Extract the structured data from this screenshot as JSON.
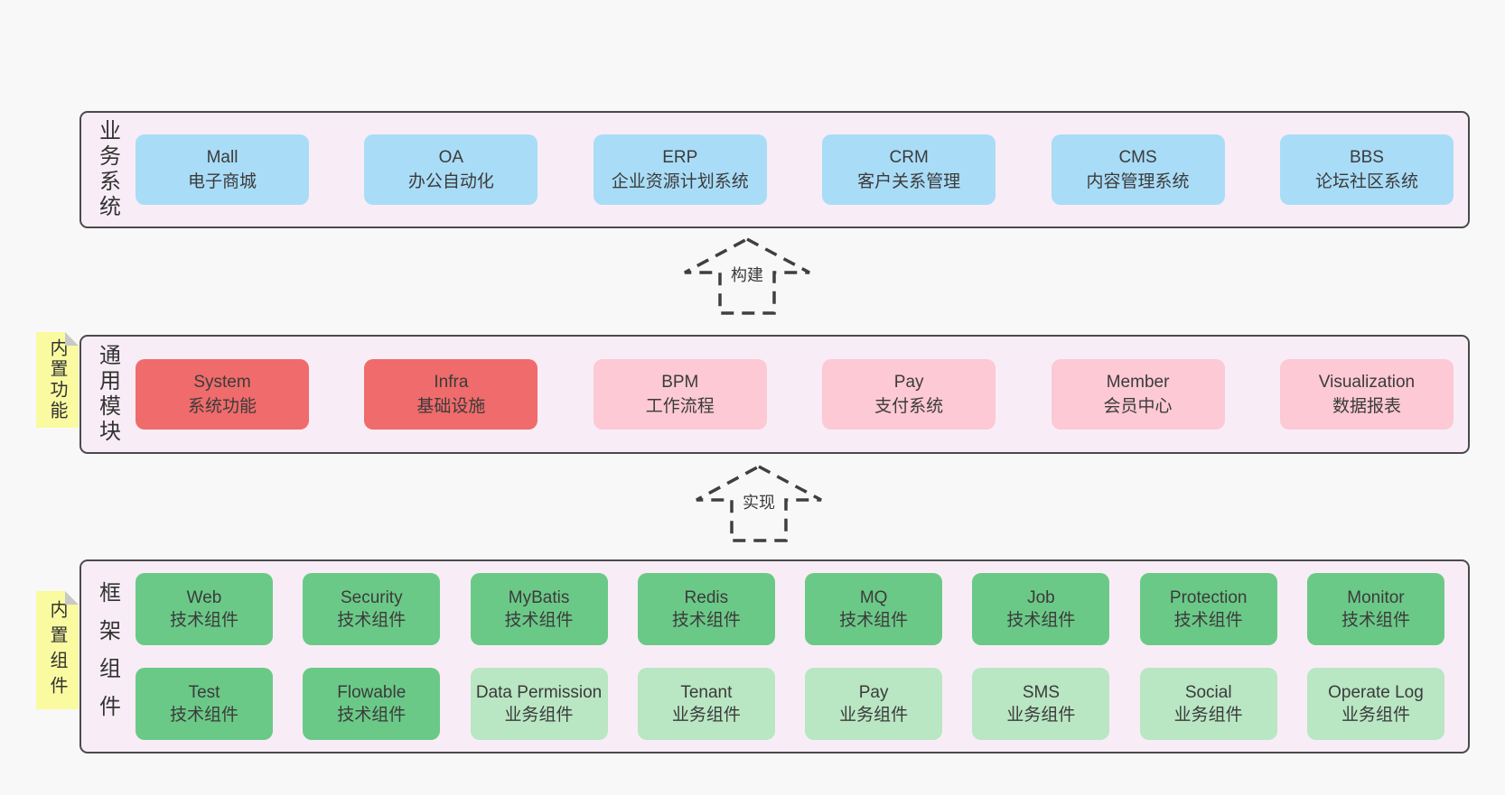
{
  "colors": {
    "page_background": "#f8f8f8",
    "container_fill": "#f8edf6",
    "container_border": "#4a4a4a",
    "box_blue": "#a9dcf7",
    "box_red": "#f06b6b",
    "box_pink": "#fcc9d4",
    "box_green": "#6bc987",
    "box_green_light": "#b9e6c3",
    "note_yellow": "#fafaa0",
    "note_fold_gray": "#c8c8c8",
    "text": "#3b3b3b"
  },
  "sections": {
    "business": {
      "side_label": "业务系统",
      "boxes": [
        {
          "title": "Mall",
          "subtitle": "电子商城"
        },
        {
          "title": "OA",
          "subtitle": "办公自动化"
        },
        {
          "title": "ERP",
          "subtitle": "企业资源计划系统"
        },
        {
          "title": "CRM",
          "subtitle": "客户关系管理"
        },
        {
          "title": "CMS",
          "subtitle": "内容管理系统"
        },
        {
          "title": "BBS",
          "subtitle": "论坛社区系统"
        }
      ]
    },
    "modules": {
      "side_label": "通用模块",
      "note": "内置功能",
      "boxes": [
        {
          "title": "System",
          "subtitle": "系统功能",
          "variant": "red"
        },
        {
          "title": "Infra",
          "subtitle": "基础设施",
          "variant": "red"
        },
        {
          "title": "BPM",
          "subtitle": "工作流程",
          "variant": "pink"
        },
        {
          "title": "Pay",
          "subtitle": "支付系统",
          "variant": "pink"
        },
        {
          "title": "Member",
          "subtitle": "会员中心",
          "variant": "pink"
        },
        {
          "title": "Visualization",
          "subtitle": "数据报表",
          "variant": "pink"
        }
      ]
    },
    "components": {
      "side_label": "框架组件",
      "note": "内置组件",
      "rows": [
        [
          {
            "title": "Web",
            "subtitle": "技术组件",
            "variant": "green"
          },
          {
            "title": "Security",
            "subtitle": "技术组件",
            "variant": "green"
          },
          {
            "title": "MyBatis",
            "subtitle": "技术组件",
            "variant": "green"
          },
          {
            "title": "Redis",
            "subtitle": "技术组件",
            "variant": "green"
          },
          {
            "title": "MQ",
            "subtitle": "技术组件",
            "variant": "green"
          },
          {
            "title": "Job",
            "subtitle": "技术组件",
            "variant": "green"
          },
          {
            "title": "Protection",
            "subtitle": "技术组件",
            "variant": "green"
          },
          {
            "title": "Monitor",
            "subtitle": "技术组件",
            "variant": "green"
          }
        ],
        [
          {
            "title": "Test",
            "subtitle": "技术组件",
            "variant": "green"
          },
          {
            "title": "Flowable",
            "subtitle": "技术组件",
            "variant": "green"
          },
          {
            "title": "Data Permission",
            "subtitle": "业务组件",
            "variant": "green-light"
          },
          {
            "title": "Tenant",
            "subtitle": "业务组件",
            "variant": "green-light"
          },
          {
            "title": "Pay",
            "subtitle": "业务组件",
            "variant": "green-light"
          },
          {
            "title": "SMS",
            "subtitle": "业务组件",
            "variant": "green-light"
          },
          {
            "title": "Social",
            "subtitle": "业务组件",
            "variant": "green-light"
          },
          {
            "title": "Operate Log",
            "subtitle": "业务组件",
            "variant": "green-light"
          }
        ]
      ]
    }
  },
  "arrows": {
    "build": "构建",
    "implement": "实现"
  }
}
